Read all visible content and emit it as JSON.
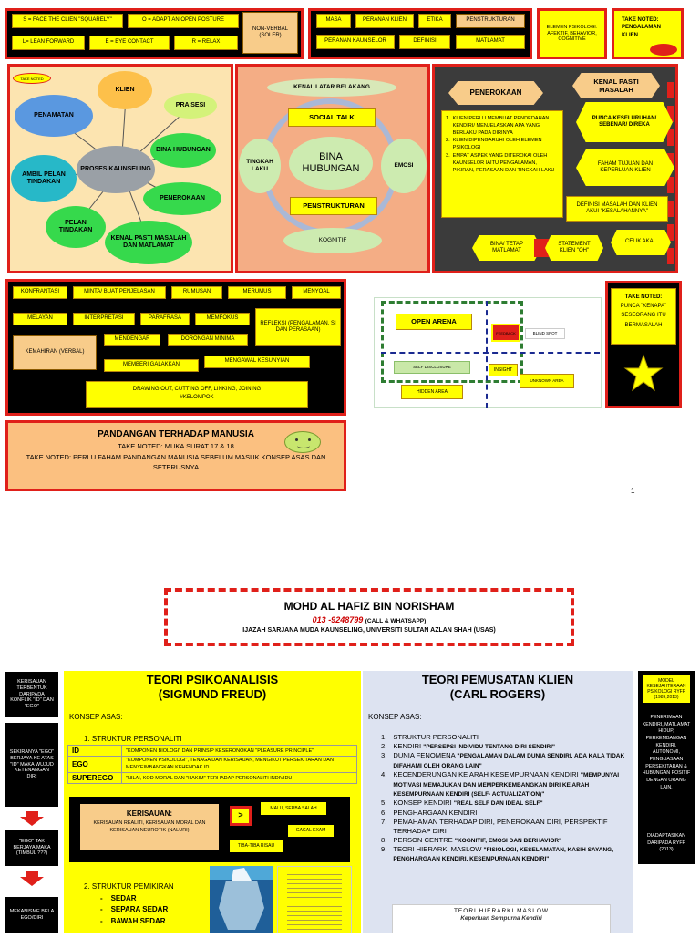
{
  "page_number": "1",
  "soler": {
    "items": [
      "S = FACE THE CLIEN \"SQUARELY\"",
      "O = ADAPT AN OPEN POSTURE",
      "L= LEAN FORWARD",
      "E = EYE CONTACT",
      "R = RELAX"
    ],
    "label": "NON-VERBAL (SOLER)"
  },
  "role_terms": [
    "MASA",
    "PERANAN KLIEN",
    "ETIKA",
    "PENSTRUKTURAN",
    "PERANAN KAUNSELOR",
    "DEFINISI",
    "MATLAMAT"
  ],
  "elemen_psikologi": "ELEMEN PSIKOLOGI: AFEKTIF, BEHAVIOR, COGNITIVE",
  "take_noted_pengalaman": "TAKE NOTED: PENGALAMAN KLIEN",
  "mindmap": {
    "take_noted": "TAKE NOTED",
    "center": "PROSES KAUNSELING",
    "nodes": [
      "KLIEN",
      "PRA SESI",
      "BINA HUBUNGAN",
      "PENEROKAAN",
      "KENAL PASTI MASALAH DAN MATLAMAT",
      "PELAN TINDAKAN",
      "AMBIL PELAN TINDAKAN",
      "PENAMATAN"
    ]
  },
  "bina": {
    "center": "BINA HUBUNGAN",
    "top": "KENAL LATAR BELAKANG",
    "social": "SOCIAL TALK",
    "penstrukturan": "PENSTRUKTURAN",
    "left": "TINGKAH LAKU",
    "right": "EMOSI",
    "bottom": "KOGNITIF"
  },
  "penerokaan": {
    "title": "PENEROKAAN",
    "points": [
      "KLIEN PERLU MEMBUAT PENDEDAHAN KENDIRI/ MENJELASKAN APA YANG BERLAKU PADA DIRINYA",
      "KLIEN DIPENGARUHI OLEH ELEMEN PSIKOLOGI",
      "EMPAT ASPEK YANG DITEROKAI OLEH KAUNSELOR IAITU PENGALAMAN, PIKIRAN, PERASAAN DAN TINGKAH LAKU"
    ],
    "kenal": "KENAL PASTI MASALAH",
    "punca": "PUNCA KESELURUHAN/ SEBENAR/ DIREKA",
    "faham": "FAHAM TUJUAN DAN KEPERLUAN KLIEN",
    "definisi": "DEFINISI MASALAH DAN KLIEN AKUI \"KESALAHANNYA\"",
    "bina_tetap": "BINA/ TETAP MATLAMAT",
    "statement": "STATEMENT KLIEN \"OH\"",
    "celik": "CELIK AKAL"
  },
  "skills": {
    "items": [
      "KONFRANTASI",
      "MINTA/ BUAT PENJELASAN",
      "RUMUSAN",
      "MERUMUS",
      "MENYOAL",
      "MELAYAN",
      "INTERPRETASI",
      "PARAFRASA",
      "MEMFOKUS",
      "REFLEKSI (PENGALAMAN, SI DAN PERASAAN)",
      "KEMAHIRAN (VERBAL)",
      "MENDENGAR",
      "DORONGAN MINIMA",
      "MEMBERI GALAKKAN",
      "MENGAWAL KESUNYIAN"
    ],
    "drawing_out": "DRAWING OUT, CUTTING OFF, LINKING, JOINING",
    "kelompok": "#KELOMPOK"
  },
  "johari": {
    "open": "OPEN ARENA",
    "feedback": "FEEDBACK",
    "blind": "BLIND SPOT",
    "self": "SELF DISCLOSURE",
    "insight": "INSIGHT",
    "unknown": "UNKNOWN AREA",
    "hidden": "HIDDEN AREA"
  },
  "take_noted_punca": [
    "TAKE NOTED:",
    "PUNCA \"KENAPA\"",
    "SESEORANG ITU",
    "BERMASALAH"
  ],
  "pandangan": {
    "title": "PANDANGAN TERHADAP MANUSIA",
    "line1": "TAKE NOTED: MUKA SURAT 17 & 18",
    "line2": "TAKE NOTED: PERLU FAHAM PANDANGAN MANUSIA SEBELUM MASUK KONSEP ASAS DAN SETERUSNYA"
  },
  "author": {
    "name": "MOHD AL HAFIZ BIN NORISHAM",
    "phone": "013 -9248799",
    "phone_note": "(CALL & WHATSAPP)",
    "degree": "IJAZAH SARJANA MUDA KAUNSELING, UNIVERSITI SULTAN AZLAN SHAH (USAS)"
  },
  "left_notes": {
    "n1": "KERISAUAN TERBENTUK DARIPADA KONFLIK \"ID\" DAN \"EGO\"",
    "n2": "SEKIRANYA \"EGO\" BERJAYA KE ATAS \"ID\" MAKA WUJUD KETENANGAN DIRI",
    "n3": "\"EGO\" TAK BERJAYA MAKA (TIMBUL ???)",
    "n4": "MEKANISME BELA EGO/DIRI"
  },
  "freud": {
    "title": "TEORI PSIKOANALISIS",
    "subtitle": "(SIGMUND FREUD)",
    "konsep": "KONSEP ASAS:",
    "s1": "1. STRUKTUR PERSONALITI",
    "table": [
      {
        "k": "ID",
        "v": "\"KOMPONEN BIOLOGI\" DAN PRINSIP KESERONOKAN \"PLEASURE PRINCIPLE\""
      },
      {
        "k": "EGO",
        "v": "\"KOMPONEN PSIKOLOGI\", TENAGA DAN KERISAUAN, MENGIKUT PERSEKITARAN DAN MENYEIMBANGKAN KEHENDAK ID"
      },
      {
        "k": "SUPEREGO",
        "v": "\"NILAI, KOD MORAL DAN \"HAKIM\" TERHADAP PERSONALITI INDIVIDU"
      }
    ],
    "kerisauan_title": "KERISAUAN:",
    "kerisauan_body": "KERISAUAN REALITI, KERISAUAN MORAL DAN KERISAUAN NEUROTIK (NALURI)",
    "arrow": ">",
    "malu": "MALU, SERBA SALAH",
    "gagal": "GAGAL EXAM",
    "tiba": "TIBA-TIBA RISAU",
    "s2": "2. STRUKTUR PEMIKIRAN",
    "levels": [
      "SEDAR",
      "SEPARA SEDAR",
      "BAWAH SEDAR"
    ]
  },
  "rogers": {
    "title": "TEORI PEMUSATAN KLIEN",
    "subtitle": "(CARL ROGERS)",
    "konsep": "KONSEP ASAS:",
    "items": [
      {
        "n": "1.",
        "t": "STRUKTUR PERSONALITI",
        "q": ""
      },
      {
        "n": "2.",
        "t": "KENDIRI",
        "q": "\"PERSEPSI INDIVIDU TENTANG DIRI SENDIRI\""
      },
      {
        "n": "3.",
        "t": "DUNIA FENOMENA",
        "q": "\"PENGALAMAN DALAM DUNIA SENDIRI, ADA KALA TIDAK DIFAHAMI OLEH ORANG LAIN\""
      },
      {
        "n": "4.",
        "t": "KECENDERUNGAN KE ARAH KESEMPURNAAN KENDIRI",
        "q": "\"MEMPUNYAI MOTIVASI MEMAJUKAN DAN MEMPERKEMBANGKAN DIRI KE ARAH KESEMPURNAAN KENDIRI (SELF- ACTUALIZATION)\""
      },
      {
        "n": "5.",
        "t": "KONSEP KENDIRI",
        "q": "\"REAL SELF DAN IDEAL SELF\""
      },
      {
        "n": "6.",
        "t": "PENGHARGAAN KENDIRI",
        "q": ""
      },
      {
        "n": "7.",
        "t": "PEMAHAMAN TERHADAP DIRI, PENEROKAAN DIRI, PERSPEKTIF TERHADAP DIRI",
        "q": ""
      },
      {
        "n": "8.",
        "t": "PERSON CENTRE",
        "q": "\"KOGNITIF, EMOSI DAN BERHAVIOR\""
      },
      {
        "n": "9.",
        "t": "TEORI HIERARKI MASLOW",
        "q": "\"FISIOLOGI, KESELAMATAN, KASIH SAYANG, PENGHARGAAN KENDIRI, KESEMPURNAAN KENDIRI\""
      }
    ],
    "maslow_title": "TEORI HIERARKI MASLOW",
    "maslow_sub": "Keperluan Sempurna Kendiri"
  },
  "ryff": {
    "title": "MODEL KESEJAHTERAAN PSIKOLOGI RYFF (1989;2013)",
    "body": "PENERIMAAN KENDIRI, MATLAMAT HIDUP, PERKEMBANGAN KENDIRI, AUTONOMI, PENGUASAAN PERSEKITARAN & HUBUNGAN POSITIF DENGAN ORANG LAIN.",
    "source": "DIADAPTASIKAN DARIPADA RYFF (2013)"
  }
}
